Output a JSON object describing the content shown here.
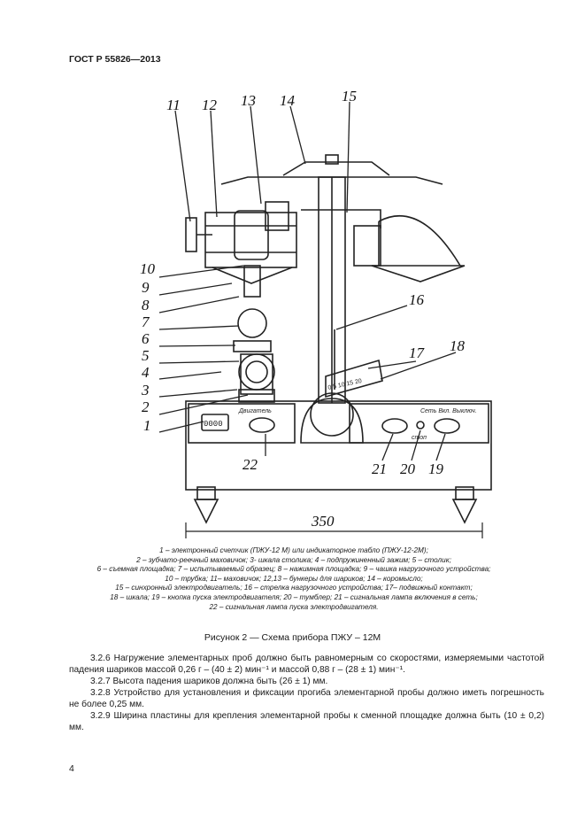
{
  "header": {
    "doc_code": "ГОСТ Р 55826—2013"
  },
  "figure": {
    "callouts": [
      "11",
      "12",
      "13",
      "14",
      "15",
      "10",
      "9",
      "8",
      "7",
      "6",
      "5",
      "4",
      "3",
      "2",
      "1",
      "16",
      "17",
      "18",
      "22",
      "21",
      "20",
      "19"
    ],
    "dimension_label": "350",
    "scale_digits": "0 5 10 15 20",
    "counter_display": "0000",
    "motor_plate_label": "Двигатель",
    "network_plate_label": "Сеть Вкл. Выключ.",
    "stop_label": "стоп"
  },
  "legend": [
    "1 – электронный счетчик (ПЖУ-12 М) или индикаторное табло (ПЖУ-12-2М);",
    "2 – зубчато-реечный маховичок; 3- шкала столика; 4 – подпружиненный зажим; 5 – столик;",
    "6 – съемная площадка;  7 – испытываемый образец; 8 – нажимная площадка; 9 – чашка нагрузочного устройства;",
    "10 – трубка; 11– маховичок; 12,13 – бункеры для шариков; 14 – коромысло;",
    "15 – синхронный электродвигатель; 16 – стрелка нагрузочного устройства; 17– подвижный контакт;",
    "18 – шкала; 19 – кнопка пуска электродвигателя; 20 – тумблер; 21 – сигнальная лампа включения в сеть;",
    "22 – сигнальная лампа пуска электродвигателя."
  ],
  "caption": "Рисунок 2  —  Схема прибора ПЖУ – 12М",
  "paragraphs": [
    "3.2.6 Нагружение элементарных проб должно быть равномерным со скоростями, измеряемыми частотой падения шариков массой 0,26 г – (40 ± 2) мин⁻¹ и массой 0,88 г – (28 ± 1) мин⁻¹.",
    "3.2.7 Высота падения шариков должна быть (26 ± 1) мм.",
    "3.2.8 Устройство для установления и фиксации прогиба элементарной пробы должно иметь погрешность не более 0,25 мм.",
    "3.2.9 Ширина пластины для крепления элементарной пробы к сменной площадке должна быть (10 ± 0,2) мм."
  ],
  "page_number": "4"
}
